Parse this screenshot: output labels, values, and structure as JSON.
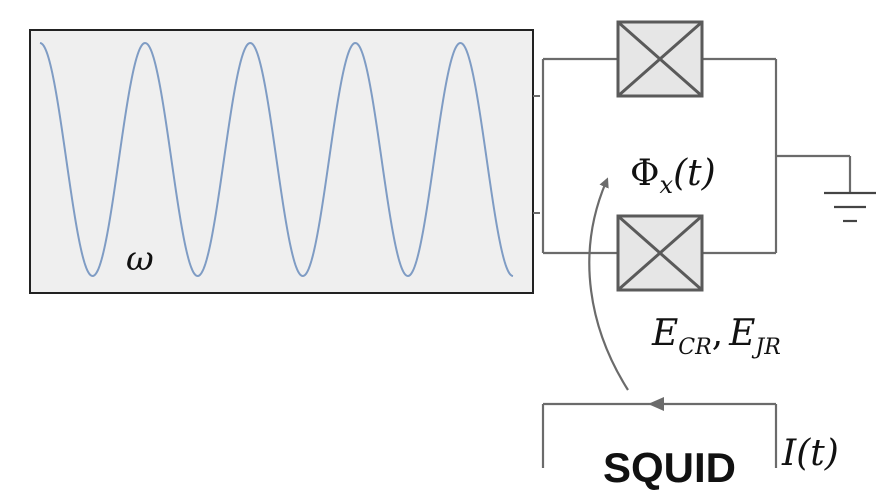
{
  "diagram": {
    "resonator": {
      "label": "ω",
      "cycles": 4.5,
      "wave_color": "#7f9cc4",
      "fill_color": "#efefef"
    },
    "junctions": {
      "color": "#5a5a5a",
      "fill_color": "#e6e6e6"
    },
    "flux_label": {
      "symbol": "Φ",
      "subscript": "x",
      "argument": "(t)"
    },
    "energy_label": {
      "e1": "E",
      "sub1": "CR",
      "sep": ",",
      "e2": "E",
      "sub2": "JR"
    },
    "squid": {
      "label": "SQUID",
      "current_label": "I(t)"
    },
    "colors": {
      "wire": "#6b6b6b",
      "arrow": "#6b6b6b"
    }
  }
}
